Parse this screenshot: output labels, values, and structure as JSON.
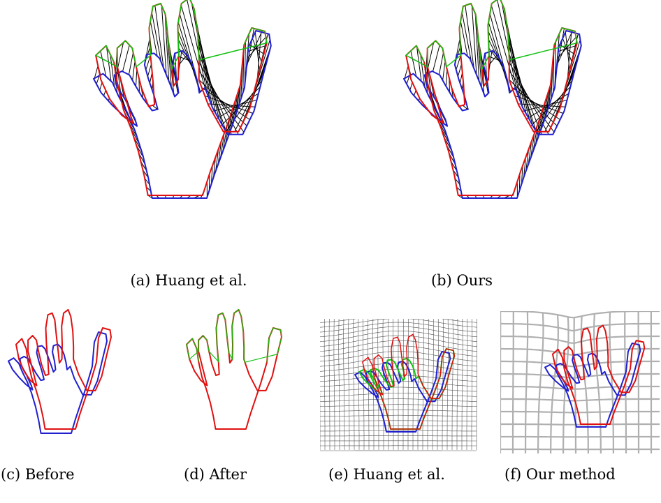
{
  "captions": {
    "a": "(a) Huang et al.",
    "b": "(b) Ours",
    "c": "(c) Before",
    "d": "(d) After",
    "e": "(e) Huang et al.",
    "f": "(f) Our method"
  },
  "colors": {
    "source": "#1f1fcf",
    "target": "#e01010",
    "warped": "#10c010",
    "links": "#000000",
    "grid_e": "#555555",
    "grid_f": "#b0b0b0"
  }
}
